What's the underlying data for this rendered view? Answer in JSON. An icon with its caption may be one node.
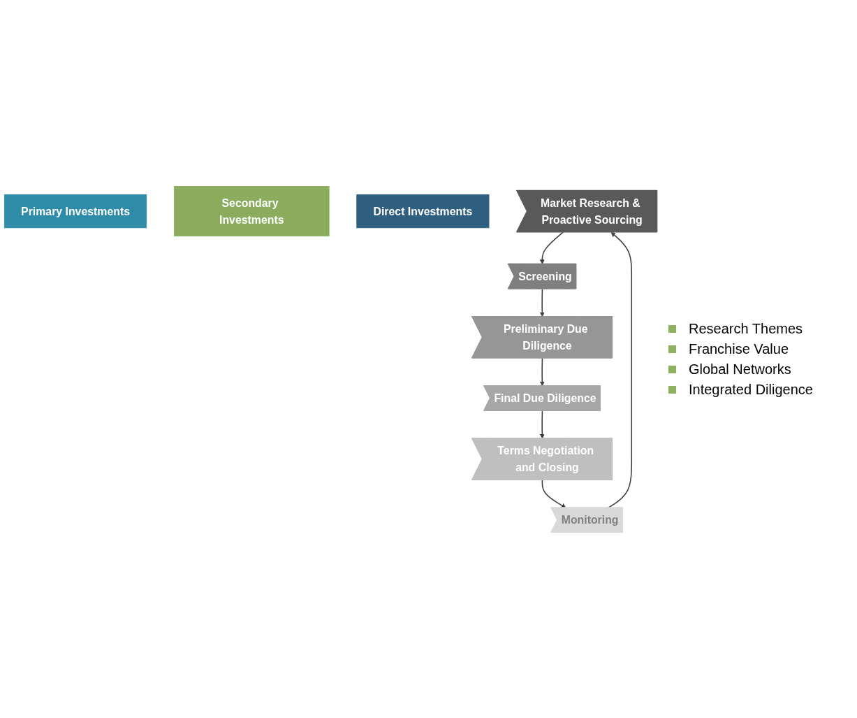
{
  "diagram": {
    "nodes": [
      {
        "text": [
          "Primary Investments"
        ]
      },
      {
        "text": [
          "Secondary Investments"
        ]
      },
      {
        "text": [
          "Direct Investments"
        ]
      },
      {
        "text": [
          "Market Research & Proactive Sourcing"
        ]
      },
      {
        "text": [
          "Screening"
        ]
      },
      {
        "text": [
          "Preliminary Due Diligence"
        ]
      },
      {
        "text": [
          "Final Due Diligence"
        ]
      },
      {
        "text": [
          "Terms Negotiation and Closing"
        ]
      },
      {
        "text": [
          "Monitoring"
        ]
      }
    ],
    "edges": [
      {
        "from": 3,
        "to": 4,
        "arrow": "to"
      },
      {
        "from": 4,
        "to": 5,
        "arrow": "to"
      },
      {
        "from": 5,
        "to": 6,
        "arrow": "to"
      },
      {
        "from": 6,
        "to": 7,
        "arrow": "to"
      },
      {
        "from": 7,
        "to": 8,
        "arrow": "to"
      },
      {
        "from": 8,
        "to": 3,
        "arrow": "to"
      }
    ],
    "labels": [
      "Research Themes",
      "Franchise Value",
      "Global Networks",
      "Integrated Diligence"
    ]
  }
}
